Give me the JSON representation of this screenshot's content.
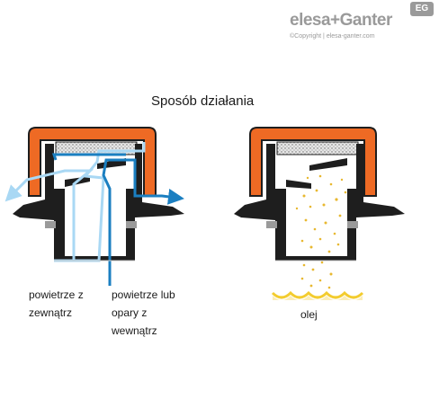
{
  "brand": {
    "name": "elesa+Ganter",
    "badge": "EG",
    "copyright": "©Copyright | elesa-ganter.com"
  },
  "title": "Sposób działania",
  "labels": {
    "outside_air": "powietrze z zewnątrz",
    "inside_air": "powietrze lub opary z wewnątrz",
    "oil": "olej"
  },
  "colors": {
    "cap": "#ee6a24",
    "body": "#1e1e1e",
    "outside_air_arrow": "#a9d8f4",
    "inside_air_arrow": "#1b7fc1",
    "oil": "#f3cc2e",
    "droplets": "#e8b830"
  }
}
